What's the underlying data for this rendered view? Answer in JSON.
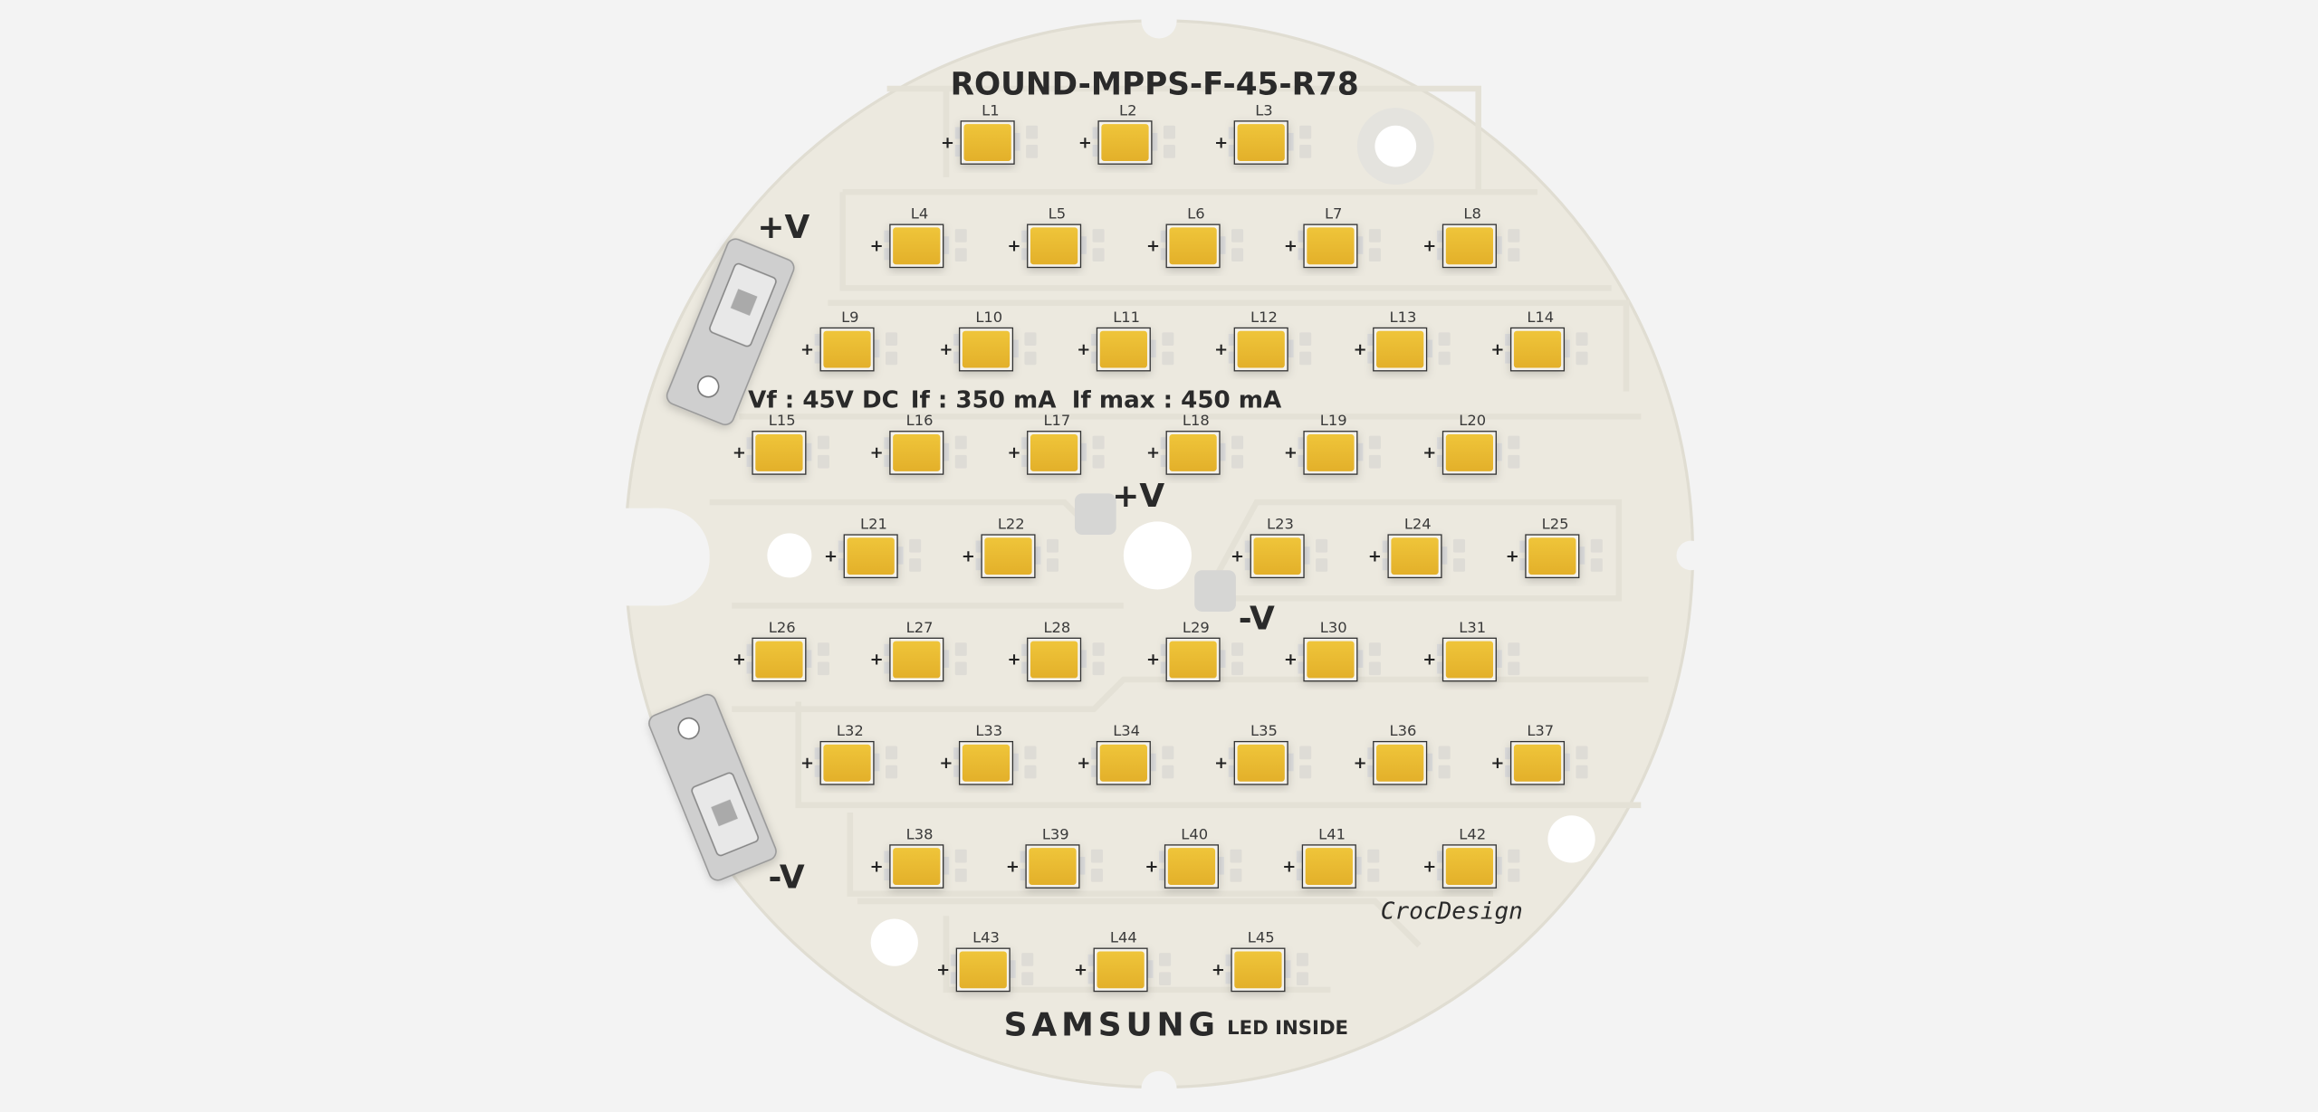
{
  "board": {
    "title": "ROUND-MPPS-F-45-R78",
    "spec": {
      "vf": "Vf : 45V DC",
      "if": "If : 350 mA",
      "if_max": "If max : 450 mA"
    },
    "terminal_plus": "+V",
    "terminal_minus": "-V",
    "center_plus": "+V",
    "center_minus": "-V",
    "designer": "CrocDesign",
    "brand": "SAMSUNG",
    "brand_suffix": "LED INSIDE",
    "polarity_mark": "+",
    "colors": {
      "board": "#ece9df",
      "led": "#e8b92e",
      "background": "#f3f3f3"
    }
  },
  "leds": [
    "L1",
    "L2",
    "L3",
    "L4",
    "L5",
    "L6",
    "L7",
    "L8",
    "L9",
    "L10",
    "L11",
    "L12",
    "L13",
    "L14",
    "L15",
    "L16",
    "L17",
    "L18",
    "L19",
    "L20",
    "L21",
    "L22",
    "L23",
    "L24",
    "L25",
    "L26",
    "L27",
    "L28",
    "L29",
    "L30",
    "L31",
    "L32",
    "L33",
    "L34",
    "L35",
    "L36",
    "L37",
    "L38",
    "L39",
    "L40",
    "L41",
    "L42",
    "L43",
    "L44",
    "L45"
  ]
}
